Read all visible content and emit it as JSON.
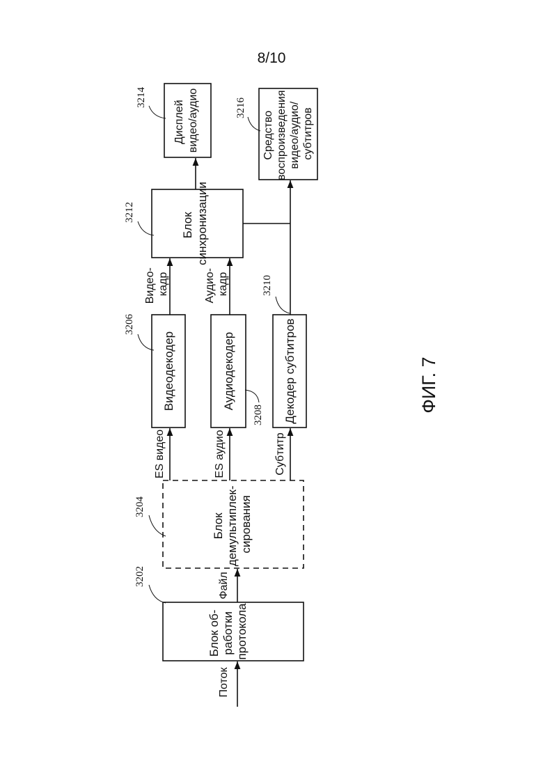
{
  "page_number": "8/10",
  "figure_caption": "ФИГ. 7",
  "blocks": {
    "protocol": {
      "ref": "3202",
      "lines": [
        "Блок об-",
        "работки",
        "протокола"
      ]
    },
    "demux": {
      "ref": "3204",
      "lines": [
        "Блок",
        "демультиплек-",
        "сирования"
      ]
    },
    "video_decoder": {
      "ref": "3206",
      "lines": [
        "Видеодекодер"
      ]
    },
    "audio_decoder": {
      "ref": "3208",
      "lines": [
        "Аудиодекодер"
      ]
    },
    "subtitle_decoder": {
      "ref": "3210",
      "lines": [
        "Декодер субтитров"
      ]
    },
    "sync": {
      "ref": "3212",
      "lines": [
        "Блок",
        "синхронизации"
      ]
    },
    "display": {
      "ref": "3214",
      "lines": [
        "Дисплей",
        "видео/аудио"
      ]
    },
    "player": {
      "ref": "3216",
      "lines": [
        "Средство",
        "воспроизведения",
        "видео/аудио/",
        "субтитров"
      ]
    }
  },
  "signals": {
    "stream": "Поток",
    "file": "Файл",
    "es_video": "ES видео",
    "es_audio": "ES аудио",
    "subtitle": "Субтитр",
    "video_frame": [
      "Видео-",
      "кадр"
    ],
    "audio_frame": [
      "Аудио-",
      "кадр"
    ]
  },
  "colors": {
    "ink": "#111111",
    "background": "#ffffff"
  }
}
